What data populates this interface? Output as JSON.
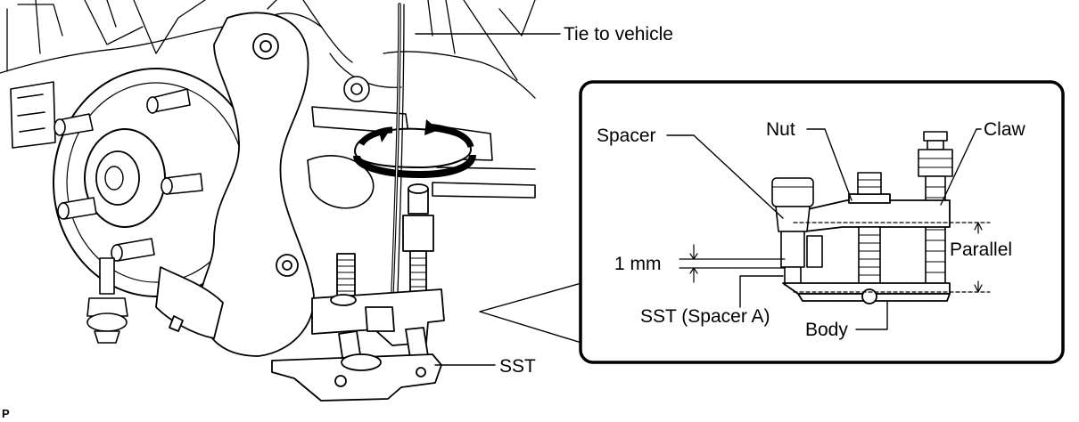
{
  "figure": {
    "callouts": {
      "tie_to_vehicle": "Tie to vehicle",
      "sst": "SST",
      "spacer": "Spacer",
      "nut": "Nut",
      "claw": "Claw",
      "parallel": "Parallel",
      "one_mm": "1 mm",
      "sst_spacer_a": "SST (Spacer A)",
      "body": "Body"
    },
    "figure_code": "P"
  }
}
